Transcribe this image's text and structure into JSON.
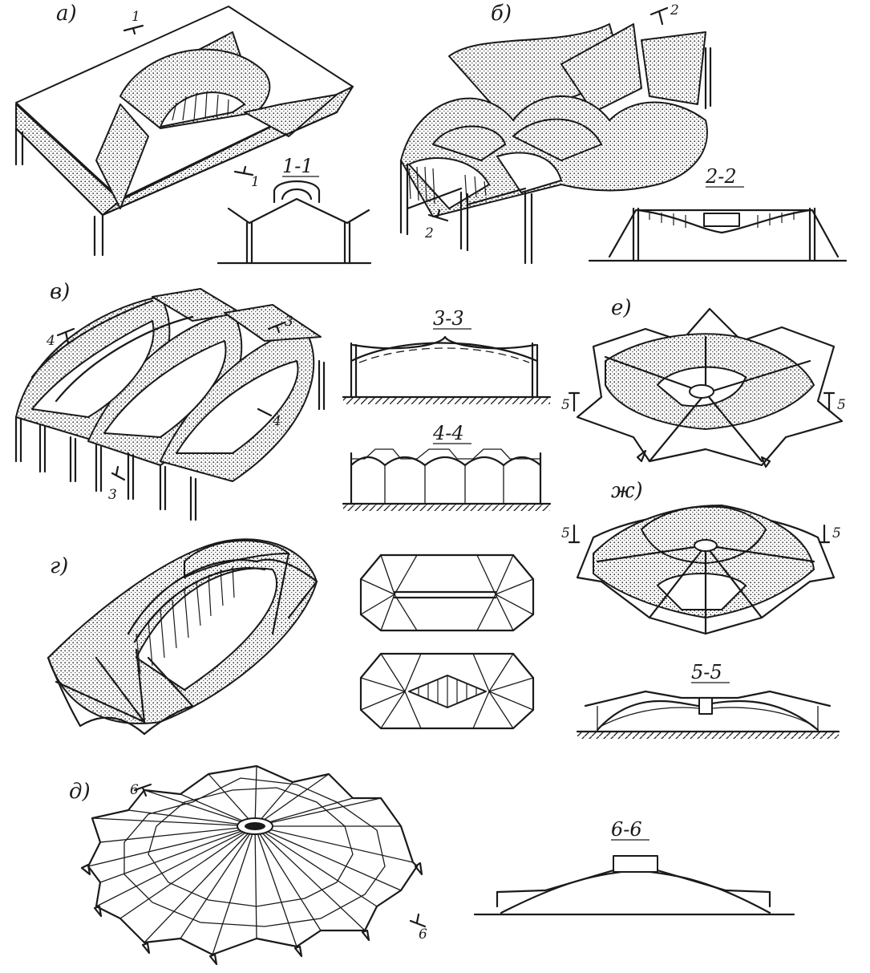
{
  "panels": {
    "a": {
      "label": "а)",
      "section_title": "1-1",
      "marker_top": "1",
      "marker_bottom": "1"
    },
    "b": {
      "label": "б)",
      "section_title": "2-2",
      "marker_top": "2",
      "marker_bottom": "2"
    },
    "v": {
      "label": "в)",
      "section_title_1": "3-3",
      "section_title_2": "4-4",
      "marker_4_top": "4",
      "marker_3_top": "3",
      "marker_4_bottom": "4",
      "marker_3_bottom": "3"
    },
    "g": {
      "label": "г)"
    },
    "d": {
      "label": "д)",
      "section_title": "6-6",
      "marker_top": "6",
      "marker_bottom": "6"
    },
    "e": {
      "label": "е)",
      "marker_left": "5",
      "marker_right": "5"
    },
    "zh": {
      "label": "ж)",
      "marker_left": "5",
      "marker_right": "5",
      "section_title": "5-5"
    }
  }
}
